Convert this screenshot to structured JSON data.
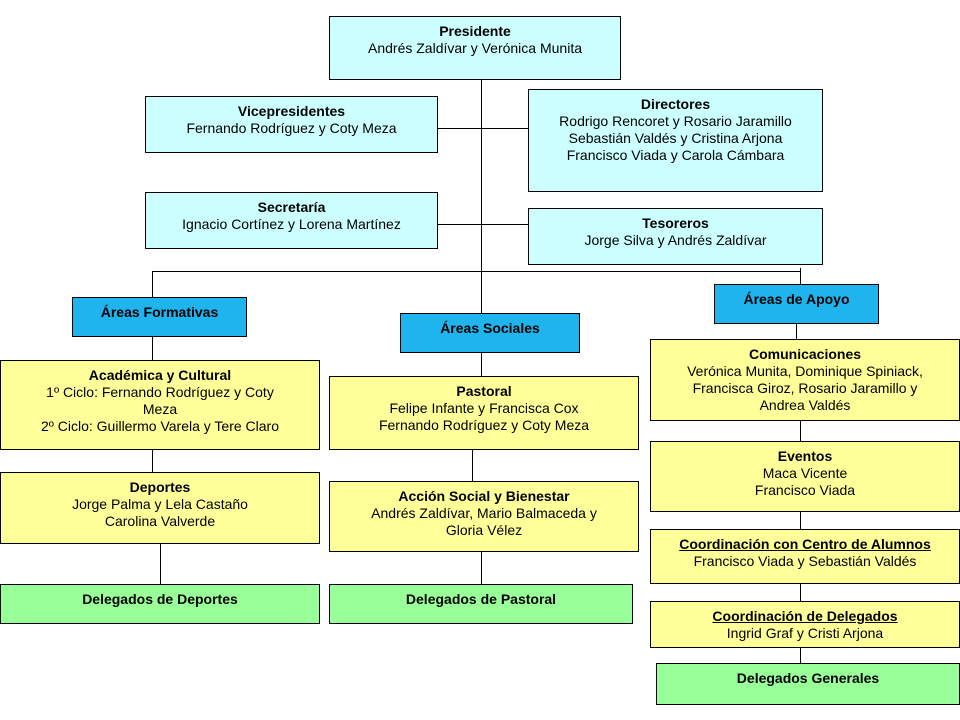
{
  "president": {
    "title": "Presidente",
    "lines": [
      "Andrés Zaldívar y Verónica Munita"
    ]
  },
  "vice": {
    "title": "Vicepresidentes",
    "lines": [
      "Fernando Rodríguez y Coty Meza"
    ]
  },
  "directors": {
    "title": "Directores",
    "lines": [
      "Rodrigo Rencoret y Rosario Jaramillo",
      "Sebastián Valdés y Cristina Arjona",
      "Francisco Viada y Carola Cámbara"
    ]
  },
  "secretary": {
    "title": "Secretaría",
    "lines": [
      "Ignacio Cortínez y Lorena Martínez"
    ]
  },
  "treasurers": {
    "title": "Tesoreros",
    "lines": [
      "Jorge Silva y Andrés Zaldívar"
    ]
  },
  "areas": {
    "formativas": "Áreas Formativas",
    "sociales": "Áreas Sociales",
    "apoyo": "Áreas de Apoyo"
  },
  "academica": {
    "title": "Académica y Cultural",
    "lines": [
      "1º Ciclo: Fernando Rodríguez y Coty",
      "Meza",
      "2º Ciclo: Guillermo Varela y Tere Claro"
    ]
  },
  "deportes": {
    "title": "Deportes",
    "lines": [
      "Jorge Palma y Lela Castaño",
      "Carolina Valverde"
    ]
  },
  "delegados_deportes": "Delegados de Deportes",
  "pastoral": {
    "title": "Pastoral",
    "lines": [
      "Felipe Infante y Francisca Cox",
      "Fernando Rodríguez y Coty Meza"
    ]
  },
  "accion_social": {
    "title": "Acción Social y Bienestar",
    "lines": [
      "Andrés Zaldívar, Mario Balmaceda y",
      "Gloria Vélez"
    ]
  },
  "delegados_pastoral": "Delegados de Pastoral",
  "comunicaciones": {
    "title": "Comunicaciones",
    "lines": [
      "Verónica Munita, Dominique Spiniack,",
      "Francisca Giroz, Rosario Jaramillo  y",
      "Andrea Valdés"
    ]
  },
  "eventos": {
    "title": "Eventos",
    "lines": [
      "Maca Vicente",
      "Francisco Viada"
    ]
  },
  "coordinacion_centro": {
    "title": "Coordinación con Centro de Alumnos",
    "lines": [
      "Francisco Viada y Sebastián Valdés"
    ]
  },
  "coordinacion_delegados": {
    "title": "Coordinación de Delegados",
    "lines": [
      "Ingrid Graf y Cristi Arjona"
    ]
  },
  "delegados_generales": "Delegados Generales"
}
